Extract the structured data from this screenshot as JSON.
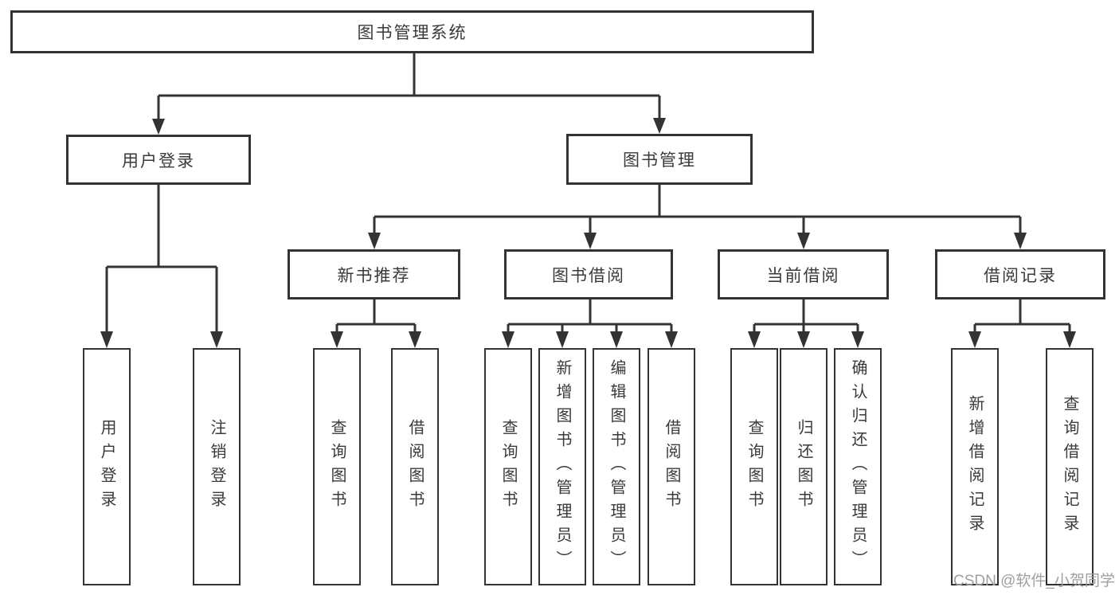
{
  "diagram": {
    "title": "图书管理系统",
    "level2": [
      {
        "label": "用户登录"
      },
      {
        "label": "图书管理"
      }
    ],
    "level3": [
      {
        "label": "新书推荐",
        "parent": "图书管理"
      },
      {
        "label": "图书借阅",
        "parent": "图书管理"
      },
      {
        "label": "当前借阅",
        "parent": "图书管理"
      },
      {
        "label": "借阅记录",
        "parent": "图书管理"
      }
    ],
    "leaves": [
      {
        "label": "用户登录",
        "parent": "用户登录"
      },
      {
        "label": "注销登录",
        "parent": "用户登录"
      },
      {
        "label": "查询图书",
        "parent": "新书推荐"
      },
      {
        "label": "借阅图书",
        "parent": "新书推荐"
      },
      {
        "label": "查询图书",
        "parent": "图书借阅"
      },
      {
        "label": "新增图书（管理员）",
        "parent": "图书借阅"
      },
      {
        "label": "编辑图书（管理员）",
        "parent": "图书借阅"
      },
      {
        "label": "借阅图书",
        "parent": "图书借阅"
      },
      {
        "label": "查询图书",
        "parent": "当前借阅"
      },
      {
        "label": "归还图书",
        "parent": "当前借阅"
      },
      {
        "label": "确认归还（管理员）",
        "parent": "当前借阅"
      },
      {
        "label": "新增借阅记录",
        "parent": "借阅记录"
      },
      {
        "label": "查询借阅记录",
        "parent": "借阅记录"
      }
    ]
  },
  "watermark": "CSDN @软件_小贺同学",
  "colors": {
    "line": "#333333",
    "box_border": "#333333",
    "box_background": "#ffffff",
    "text": "#3a3a3a",
    "watermark": "#9f9f9f",
    "page_background": "#ffffff"
  }
}
